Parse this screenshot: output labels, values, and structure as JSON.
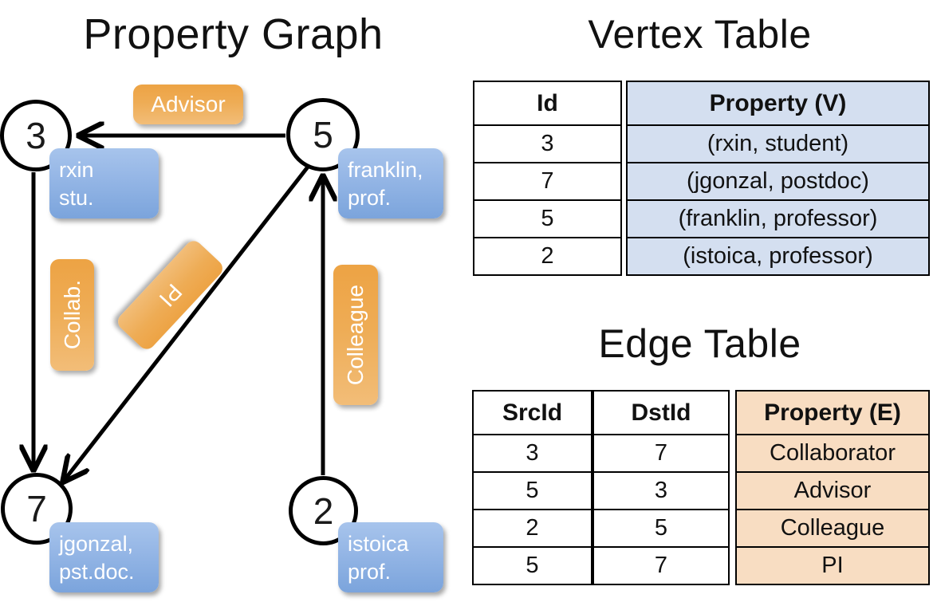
{
  "titles": {
    "property_graph": "Property Graph",
    "vertex_table": "Vertex Table",
    "edge_table": "Edge Table"
  },
  "colors": {
    "vertex_property_fill": "#d4dff0",
    "edge_property_fill": "#f8ddc2",
    "node_box_blue": "#96b7e6",
    "edge_label_orange": "#eeac55",
    "stroke": "#000000"
  },
  "graph": {
    "vertices": [
      {
        "id": "3",
        "property_line1": "rxin",
        "property_line2": "stu."
      },
      {
        "id": "5",
        "property_line1": "franklin,",
        "property_line2": "prof."
      },
      {
        "id": "7",
        "property_line1": "jgonzal,",
        "property_line2": "pst.doc."
      },
      {
        "id": "2",
        "property_line1": "istoica",
        "property_line2": "prof."
      }
    ],
    "edge_labels": [
      {
        "label": "Advisor",
        "orientation": "horizontal"
      },
      {
        "label": "Collab.",
        "orientation": "vertical"
      },
      {
        "label": "PI",
        "orientation": "rotated"
      },
      {
        "label": "Colleague",
        "orientation": "vertical"
      }
    ],
    "edges": [
      {
        "from": "5",
        "to": "3",
        "label": "Advisor"
      },
      {
        "from": "3",
        "to": "7",
        "label": "Collab."
      },
      {
        "from": "5",
        "to": "7",
        "label": "PI"
      },
      {
        "from": "2",
        "to": "5",
        "label": "Colleague"
      }
    ]
  },
  "vertex_table": {
    "headers": [
      "Id",
      "Property (V)"
    ],
    "rows": [
      {
        "id": "3",
        "property": "(rxin, student)"
      },
      {
        "id": "7",
        "property": "(jgonzal, postdoc)"
      },
      {
        "id": "5",
        "property": "(franklin, professor)"
      },
      {
        "id": "2",
        "property": "(istoica, professor)"
      }
    ]
  },
  "edge_table": {
    "headers": [
      "SrcId",
      "DstId",
      "Property (E)"
    ],
    "rows": [
      {
        "src": "3",
        "dst": "7",
        "property": "Collaborator"
      },
      {
        "src": "5",
        "dst": "3",
        "property": "Advisor"
      },
      {
        "src": "2",
        "dst": "5",
        "property": "Colleague"
      },
      {
        "src": "5",
        "dst": "7",
        "property": "PI"
      }
    ]
  }
}
